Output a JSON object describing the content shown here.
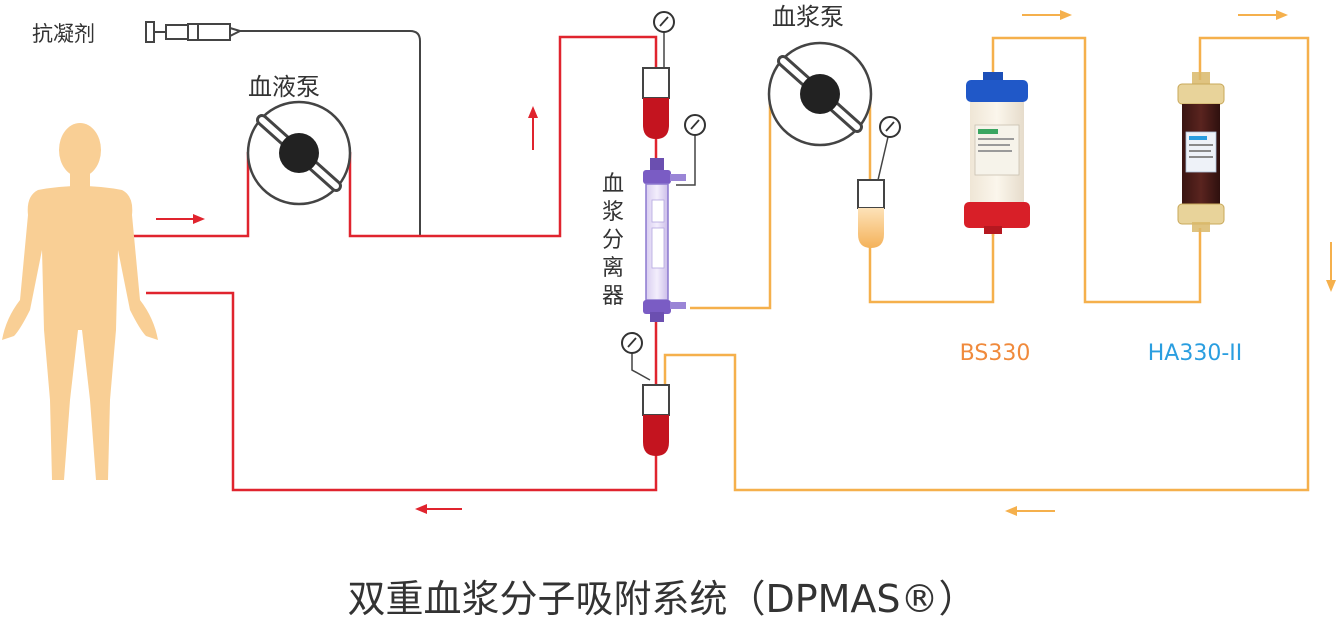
{
  "labels": {
    "anticoagulant": "抗凝剂",
    "blood_pump": "血液泵",
    "plasma_pump": "血浆泵",
    "plasma_separator_chars": [
      "血",
      "浆",
      "分",
      "离",
      "器"
    ],
    "bs330": "BS330",
    "ha330": "HA330-II",
    "title": "双重血浆分子吸附系统（DPMAS®）"
  },
  "colors": {
    "blood_line": "#e0242e",
    "plasma_line": "#f5b04c",
    "anticoag_line": "#444444",
    "body": "#f9cf95",
    "bs330_text": "#f08a3c",
    "ha330_text": "#2a9ee0"
  }
}
